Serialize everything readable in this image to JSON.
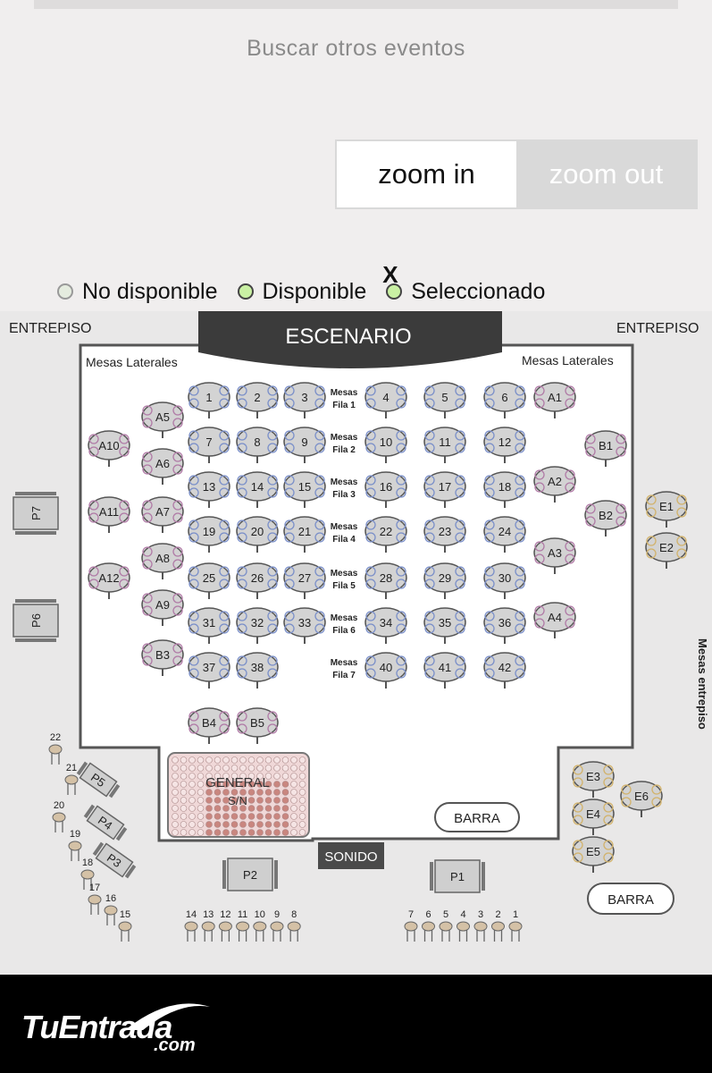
{
  "search_link": "Buscar otros eventos",
  "zoom": {
    "in_label": "zoom in",
    "out_label": "zoom out"
  },
  "legend": {
    "unavailable": "No disponible",
    "available": "Disponible",
    "selected": "Seleccionado",
    "selected_mark": "X",
    "colors": {
      "unavailable": "#e5ecdf",
      "available": "#c9f0a3",
      "selected": "#c9f0a3"
    }
  },
  "venue": {
    "stage": "ESCENARIO",
    "entrepiso_left": "ENTREPISO",
    "entrepiso_right": "ENTREPISO",
    "mesas_laterales_left": "Mesas Laterales",
    "mesas_laterales_right": "Mesas Laterales",
    "mesas_entrepiso": "Mesas entrepiso",
    "sonido": "SONIDO",
    "barra": "BARRA",
    "barra2": "BARRA",
    "general": "GENERAL",
    "general_sub": "S/N",
    "row_label_word": "Mesas",
    "rows": [
      "Fila 1",
      "Fila 2",
      "Fila 3",
      "Fila 4",
      "Fila 5",
      "Fila 6",
      "Fila 7"
    ],
    "main_tables": [
      [
        "1",
        "2",
        "3",
        "4",
        "5",
        "6"
      ],
      [
        "7",
        "8",
        "9",
        "10",
        "11",
        "12"
      ],
      [
        "13",
        "14",
        "15",
        "16",
        "17",
        "18"
      ],
      [
        "19",
        "20",
        "21",
        "22",
        "23",
        "24"
      ],
      [
        "25",
        "26",
        "27",
        "28",
        "29",
        "30"
      ],
      [
        "31",
        "32",
        "33",
        "34",
        "35",
        "36"
      ],
      [
        "37",
        "38",
        "",
        "40",
        "41",
        "42"
      ]
    ],
    "lateral_tables": [
      "A1",
      "A2",
      "A3",
      "A4",
      "A5",
      "A6",
      "A7",
      "A8",
      "A9",
      "A10",
      "A11",
      "A12",
      "B1",
      "B2",
      "B3",
      "B4",
      "B5"
    ],
    "entrepiso_tables": [
      "E1",
      "E2",
      "E3",
      "E4",
      "E5",
      "E6"
    ],
    "platforms": [
      "P1",
      "P2",
      "P3",
      "P4",
      "P5",
      "P6",
      "P7"
    ],
    "stools_right": [
      "7",
      "6",
      "5",
      "4",
      "3",
      "2",
      "1"
    ],
    "stools_mid": [
      "14",
      "13",
      "12",
      "11",
      "10",
      "9",
      "8"
    ],
    "stools_left": [
      "22",
      "21",
      "20",
      "19",
      "18",
      "17",
      "16",
      "15"
    ]
  },
  "brand": {
    "name": "TuEntrada",
    "suffix": ".com"
  }
}
